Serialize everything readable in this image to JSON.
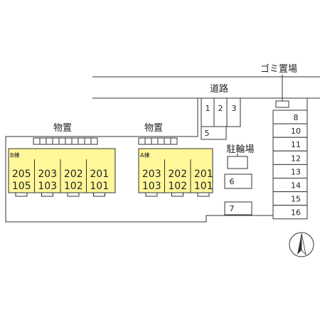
{
  "road": {
    "label": "道路"
  },
  "garbage": {
    "label": "ゴミ置場"
  },
  "storage_left": {
    "label": "物置"
  },
  "storage_right": {
    "label": "物置"
  },
  "bicycle_parking": {
    "label": "駐輪場"
  },
  "building_b": {
    "name": "B棟",
    "upper": [
      "205",
      "203",
      "202",
      "201"
    ],
    "lower": [
      "105",
      "103",
      "102",
      "101"
    ]
  },
  "building_a": {
    "name": "A棟",
    "upper": [
      "203",
      "202",
      "201"
    ],
    "lower": [
      "103",
      "102",
      "101"
    ]
  },
  "parking": {
    "top": [
      "1",
      "2",
      "3"
    ],
    "left_col": [
      "5",
      "6",
      "7"
    ],
    "right_col": [
      "8",
      "10",
      "11",
      "12",
      "13",
      "14",
      "15",
      "16"
    ]
  },
  "colors": {
    "building_fill": "#fff799",
    "line": "#333333"
  },
  "compass": {
    "symbol": "north-arrow"
  }
}
